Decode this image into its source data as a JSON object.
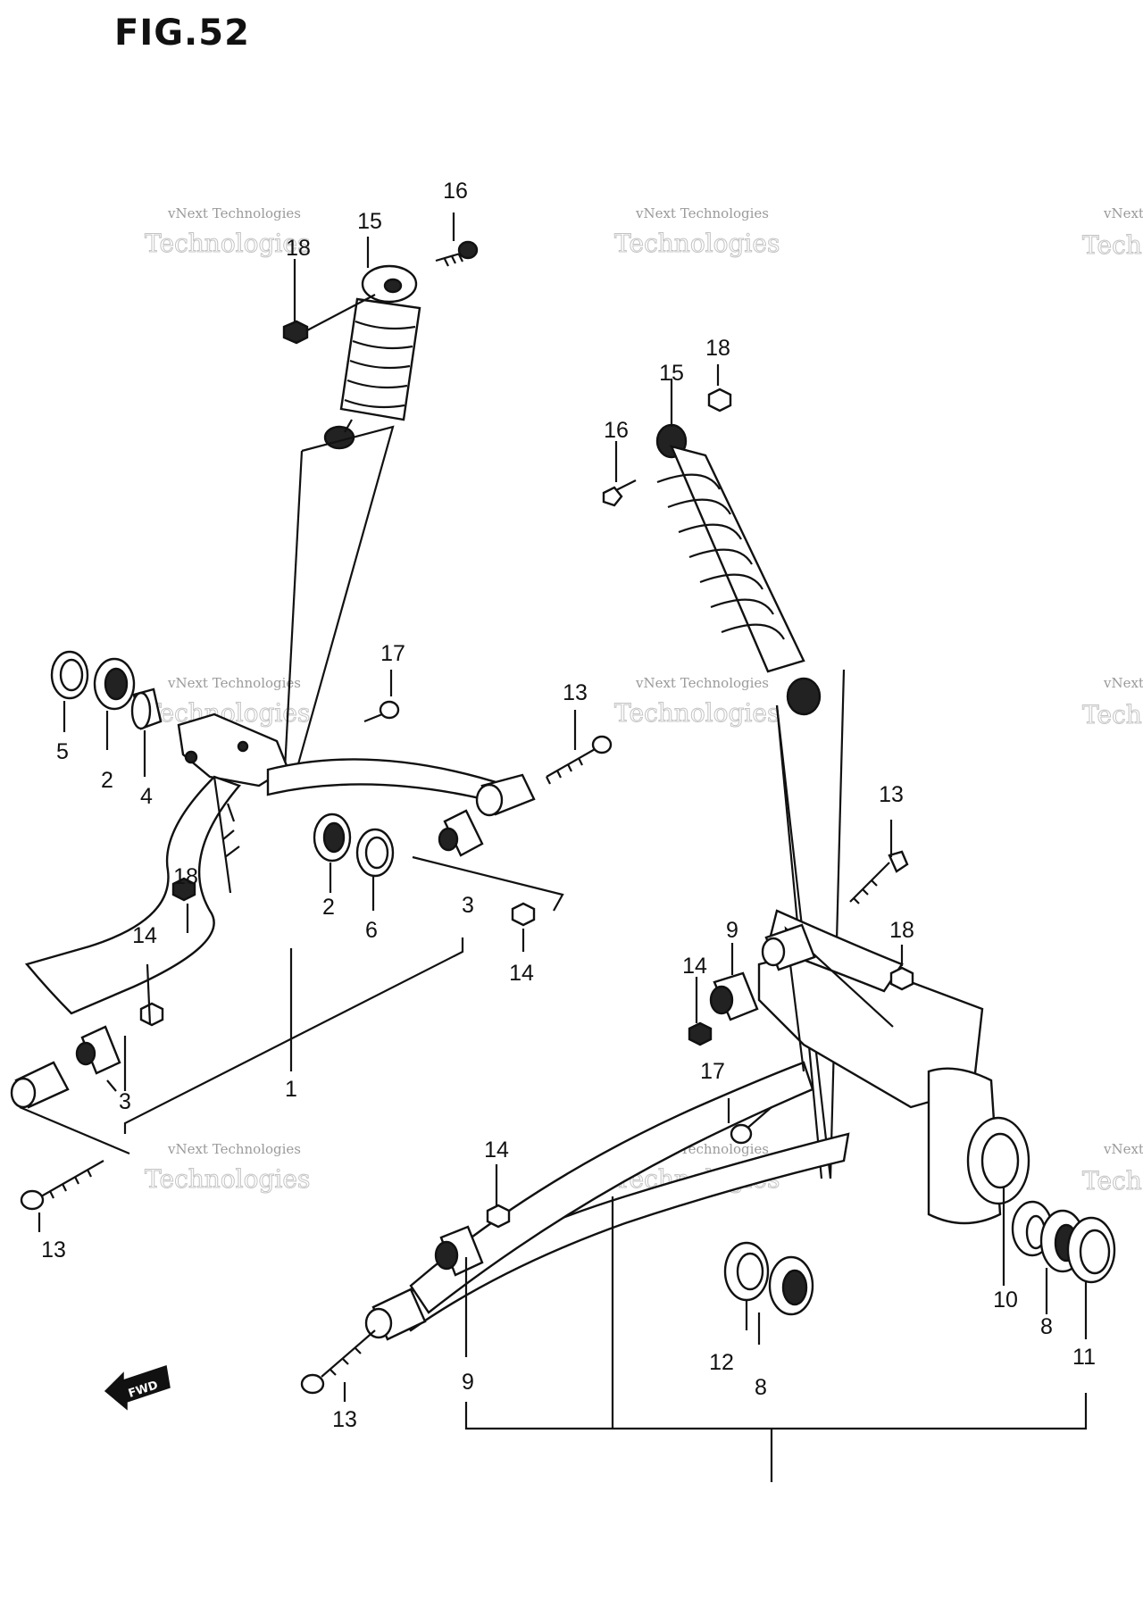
{
  "figure": {
    "title": "FIG.52"
  },
  "watermark": {
    "line1": "vNext Technologies",
    "line2": "Technologies",
    "corner": "vNext",
    "corner2": "Tech"
  },
  "fwd_arrow": {
    "label": "FWD"
  },
  "callouts": {
    "c1": "1",
    "c2a": "2",
    "c2b": "2",
    "c3a": "3",
    "c3b": "3",
    "c4": "4",
    "c5": "5",
    "c6": "6",
    "c8a": "8",
    "c8b": "8",
    "c9a": "9",
    "c9b": "9",
    "c10": "10",
    "c11": "11",
    "c12": "12",
    "c13a": "13",
    "c13b": "13",
    "c13c": "13",
    "c13d": "13",
    "c14a": "14",
    "c14b": "14",
    "c14c": "14",
    "c14d": "14",
    "c15a": "15",
    "c15b": "15",
    "c16a": "16",
    "c16b": "16",
    "c17a": "17",
    "c17b": "17",
    "c18a": "18",
    "c18b": "18",
    "c18c": "18",
    "c18d": "18"
  }
}
